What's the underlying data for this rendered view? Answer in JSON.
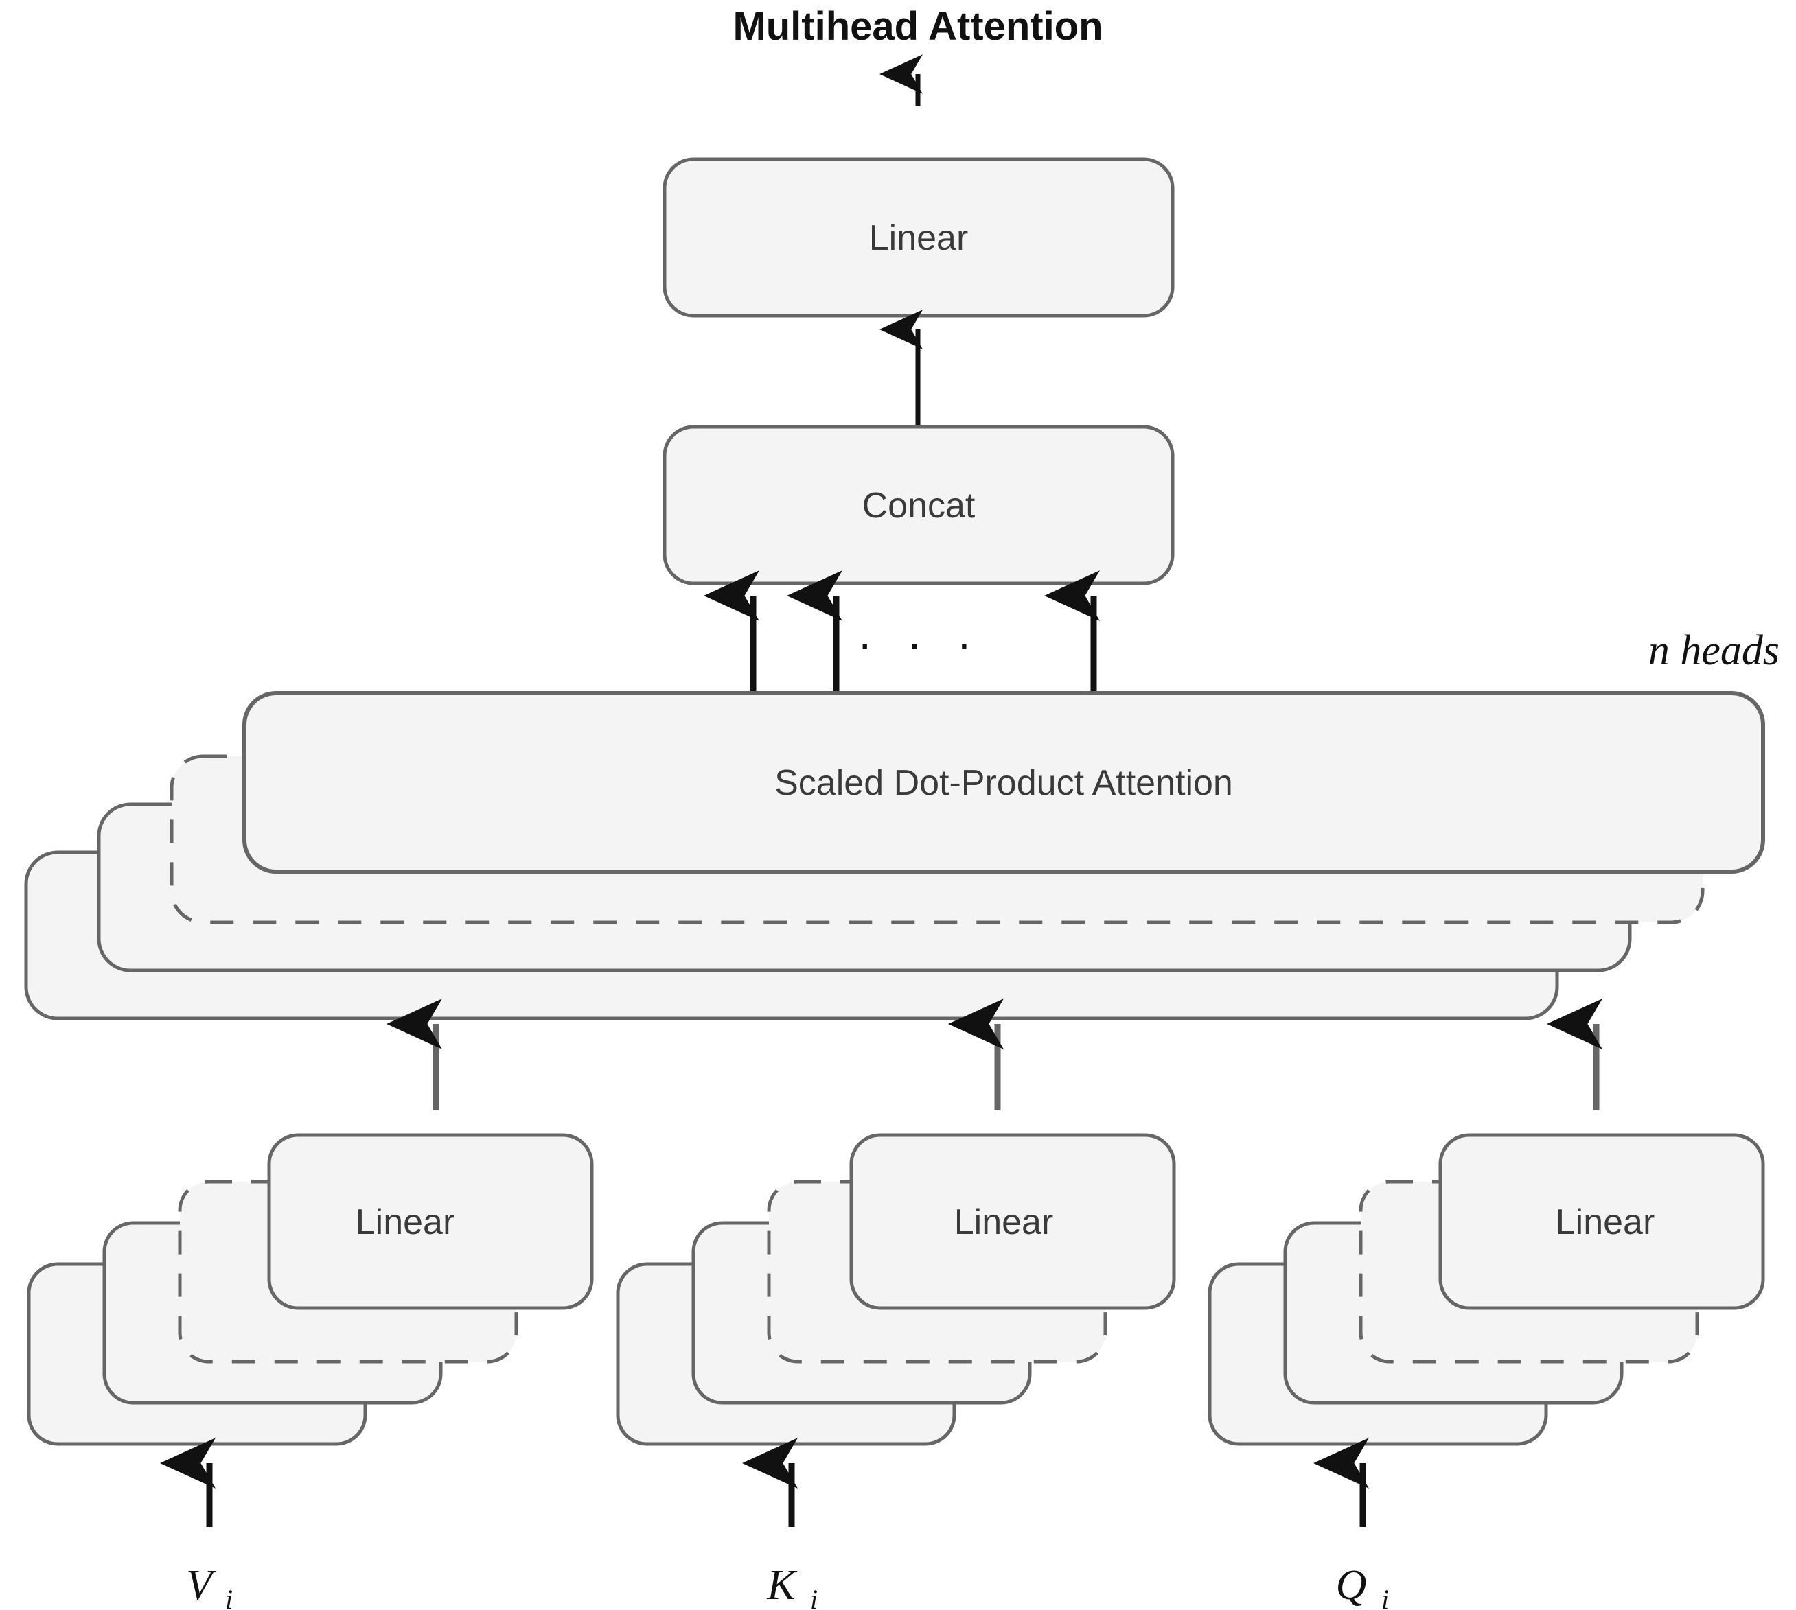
{
  "diagram": {
    "title": "Multihead Attention",
    "type": "architecture-block-diagram",
    "background_color": "#ffffff",
    "box_fill": "#f4f4f4",
    "box_stroke": "#666666",
    "arrow_color": "#111111",
    "text_color": "#3a3a3a",
    "blocks": {
      "output_linear": "Linear",
      "concat": "Concat",
      "attention": "Scaled Dot-Product Attention",
      "linear_v": "Linear",
      "linear_k": "Linear",
      "linear_q": "Linear"
    },
    "annotations": {
      "n_heads": "n heads",
      "ellipsis": "· · ·"
    },
    "inputs": {
      "value": {
        "symbol": "V",
        "subscript": "i"
      },
      "key": {
        "symbol": "K",
        "subscript": "i"
      },
      "query": {
        "symbol": "Q",
        "subscript": "i"
      }
    },
    "stack_depth": 4,
    "dashed_layer_index": 2,
    "head_arrows_count": 3
  }
}
